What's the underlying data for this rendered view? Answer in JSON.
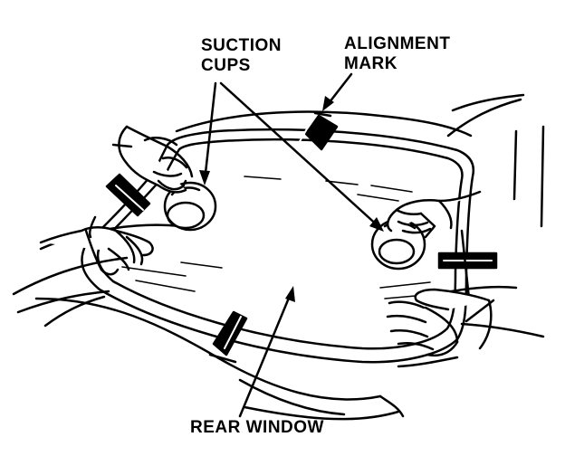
{
  "labels": {
    "suction_cups": [
      "SUCTION",
      "CUPS"
    ],
    "alignment_mark": [
      "ALIGNMENT",
      "MARK"
    ],
    "rear_window": "REAR WINDOW"
  },
  "colors": {
    "ink": "#000000",
    "paper": "#ffffff"
  }
}
